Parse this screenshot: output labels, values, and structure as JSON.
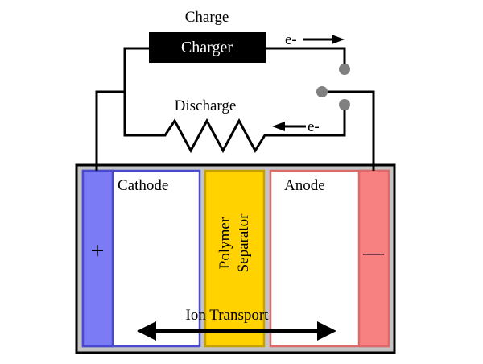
{
  "labels": {
    "charge": "Charge",
    "charger": "Charger",
    "electron_top": "e-",
    "discharge": "Discharge",
    "electron_bottom": "e-",
    "cathode": "Cathode",
    "anode": "Anode",
    "separator_line1": "Polymer",
    "separator_line2": "Separator",
    "plus": "+",
    "minus": "—",
    "ion_transport": "Ion Transport"
  },
  "colors": {
    "cathode_electrode": "#7b7bf5",
    "cathode_border": "#4a4ad0",
    "anode_electrode": "#f78080",
    "anode_border": "#d96b6b",
    "separator": "#ffd200",
    "separator_border": "#c8a000",
    "case": "#c4c4c4",
    "charger": "#000000",
    "switch_contact": "#808080",
    "wire": "#000000"
  }
}
